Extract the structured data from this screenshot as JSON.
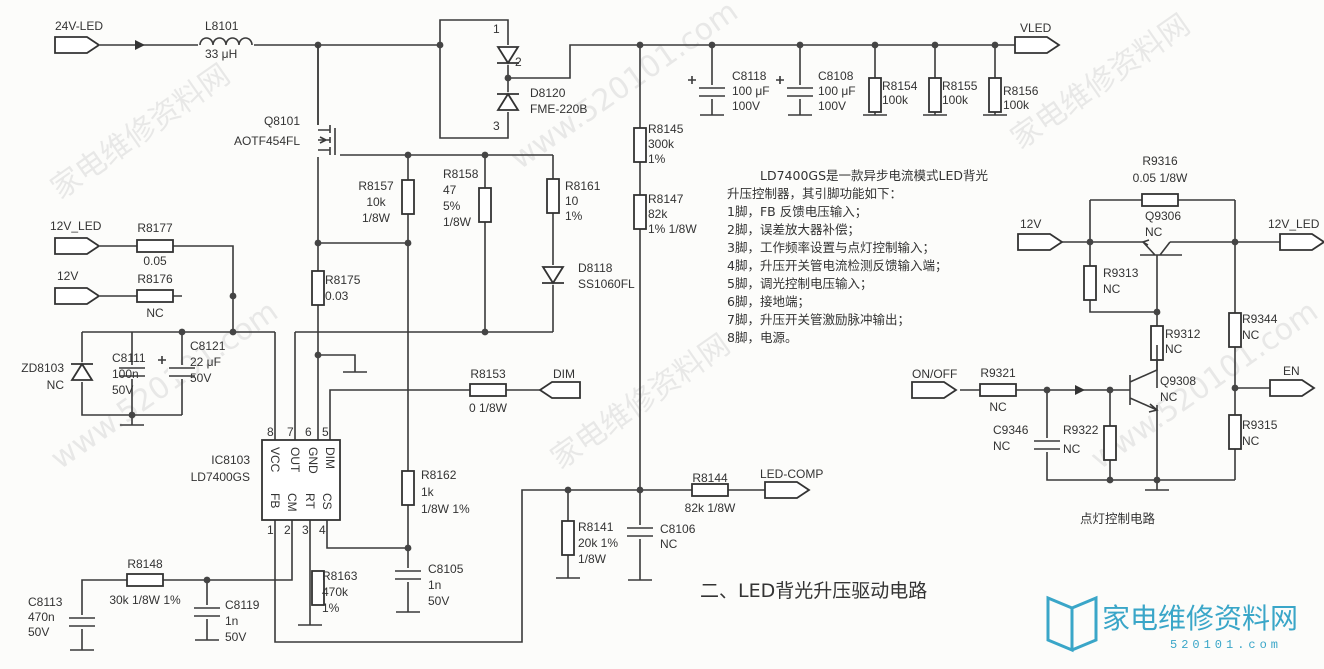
{
  "title": "二、LED背光升压驱动电路",
  "caption_lighting": "点灯控制电路",
  "ports": {
    "in24": "24V-LED",
    "vled": "VLED",
    "v12led": "12V_LED",
    "v12": "12V",
    "dim": "DIM",
    "ledcomp": "LED-COMP",
    "v12_right": "12V",
    "v12led_right": "12V_LED",
    "onoff": "ON/OFF",
    "en": "EN"
  },
  "components": {
    "L8101": [
      "L8101",
      "33 μH"
    ],
    "Q8101": [
      "Q8101",
      "AOTF454FL"
    ],
    "D8120": [
      "D8120",
      "FME-220B"
    ],
    "C8118": [
      "C8118",
      "100 μF",
      "100V"
    ],
    "C8108": [
      "C8108",
      "100 μF",
      "100V"
    ],
    "R8154": [
      "R8154",
      "100k"
    ],
    "R8155": [
      "R8155",
      "100k"
    ],
    "R8156": [
      "R8156",
      "100k"
    ],
    "R8145": [
      "R8145",
      "300k",
      "1%"
    ],
    "R8147": [
      "R8147",
      "82k",
      "1% 1/8W"
    ],
    "R8157": [
      "R8157",
      "10k",
      "1/8W"
    ],
    "R8158": [
      "R8158",
      "47",
      "5%",
      "1/8W"
    ],
    "R8161": [
      "R8161",
      "10",
      "1%"
    ],
    "D8118": [
      "D8118",
      "SS1060FL"
    ],
    "R8175": [
      "R8175",
      "0.03"
    ],
    "R8177": [
      "R8177",
      "0.05"
    ],
    "R8176": [
      "R8176",
      "NC"
    ],
    "ZD8103": [
      "ZD8103",
      "NC"
    ],
    "C8111": [
      "C8111",
      "100n",
      "50V"
    ],
    "C8121": [
      "C8121",
      "22 μF",
      "50V"
    ],
    "IC8103": [
      "IC8103",
      "LD7400GS"
    ],
    "R8153": [
      "R8153",
      "0 1/8W"
    ],
    "R8162": [
      "R8162",
      "1k",
      "1/8W 1%"
    ],
    "C8105": [
      "C8105",
      "1n",
      "50V"
    ],
    "R8163": [
      "R8163",
      "470k",
      "1%"
    ],
    "R8148": [
      "R8148",
      "30k 1/8W 1%"
    ],
    "C8113": [
      "C8113",
      "470n",
      "50V"
    ],
    "C8119": [
      "C8119",
      "1n",
      "50V"
    ],
    "R8141": [
      "R8141",
      "20k 1%",
      "1/8W"
    ],
    "C8106": [
      "C8106",
      "NC"
    ],
    "R8144": [
      "R8144",
      "82k 1/8W"
    ],
    "R9316": [
      "R9316",
      "0.05 1/8W"
    ],
    "Q9306": [
      "Q9306",
      "NC"
    ],
    "R9313": [
      "R9313",
      "NC"
    ],
    "R9312": [
      "R9312",
      "NC"
    ],
    "R9344": [
      "R9344",
      "NC"
    ],
    "R9321": [
      "R9321",
      "NC"
    ],
    "Q9308": [
      "Q9308",
      "NC"
    ],
    "C9346": [
      "C9346",
      "NC"
    ],
    "R9322": [
      "R9322",
      "NC"
    ],
    "R9315": [
      "R9315",
      "NC"
    ]
  },
  "ic": {
    "pins_top": [
      "8",
      "7",
      "6",
      "5"
    ],
    "names_top": [
      "VCC",
      "OUT",
      "GND",
      "DIM"
    ],
    "pins_bottom": [
      "1",
      "2",
      "3",
      "4"
    ],
    "names_bottom": [
      "FB",
      "CM",
      "RT",
      "CS"
    ]
  },
  "d8120_pins": [
    "1",
    "2",
    "3"
  ],
  "notes": [
    "LD7400GS是一款异步电流模式LED背光",
    "升压控制器，其引脚功能如下：",
    "1脚，FB 反馈电压输入；",
    "2脚，误差放大器补偿；",
    "3脚，工作频率设置与点灯控制输入；",
    "4脚，升压开关管电流检测反馈输入端；",
    "5脚，调光控制电压输入；",
    "6脚，接地端；",
    "7脚，升压开关管激励脉冲输出；",
    "8脚，电源。"
  ],
  "logo": {
    "name": "家电维修资料网",
    "url": "520101.com"
  },
  "watermark": [
    "家电维修资料网",
    "www.520101.com"
  ]
}
